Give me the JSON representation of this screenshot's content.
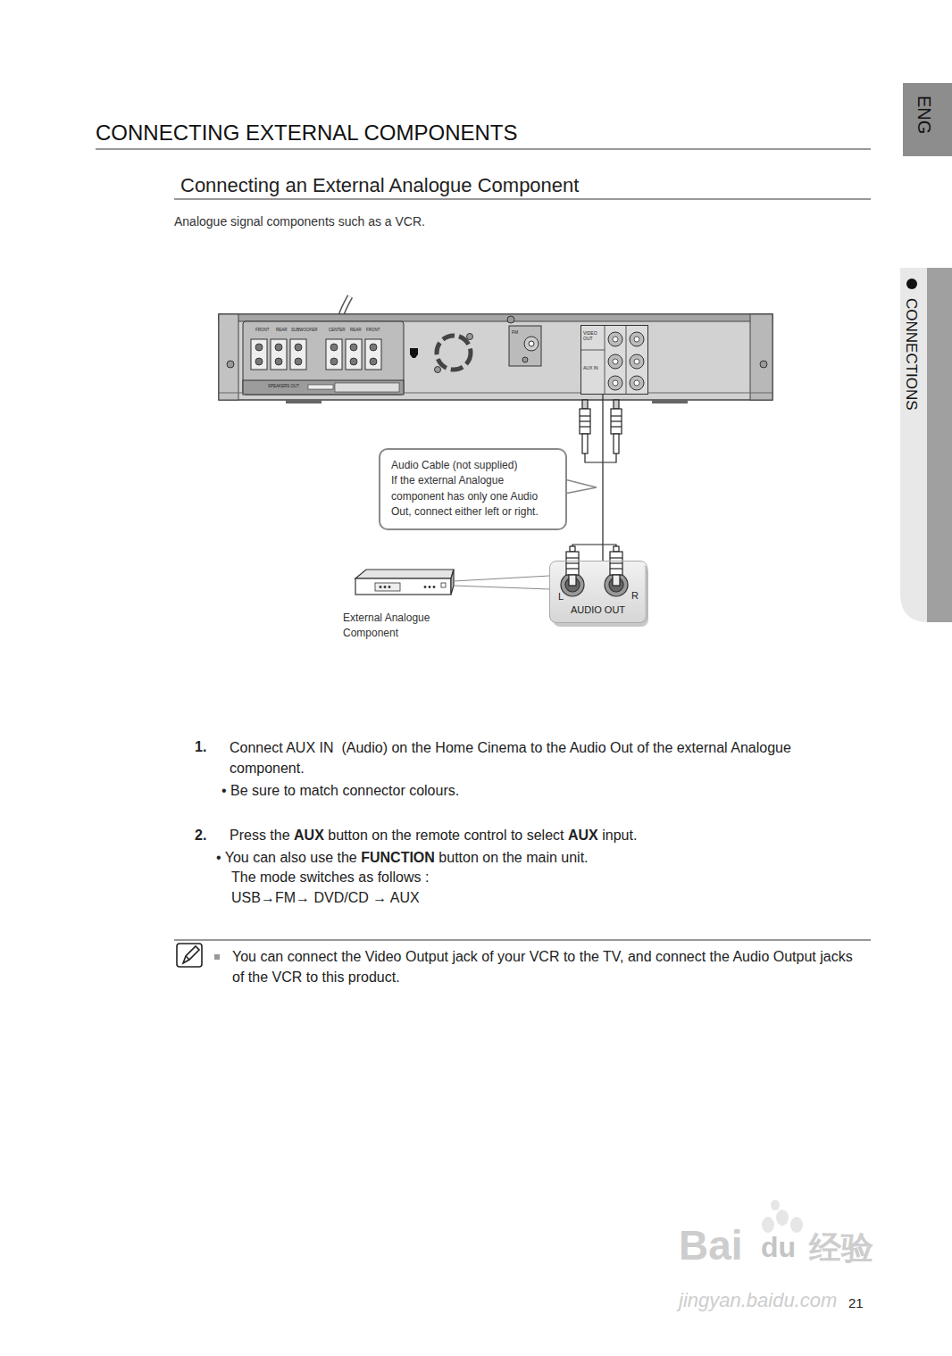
{
  "diagram": {
    "title": "CONNECTING EXTERNAL COMPONENTS",
    "nodes": [
      {
        "text": [
          "ENG"
        ]
      },
      {
        "text": [
          "CONNECTIONS"
        ]
      },
      {
        "text": [
          "VIDEO OUT",
          "AUX IN"
        ]
      },
      {
        "text": [
          "Audio Cable (not supplied)",
          "If the external Analogue component has only one Audio Out, connect either left or right."
        ]
      },
      {
        "text": [
          "L",
          "R",
          "AUDIO OUT"
        ]
      }
    ],
    "edges": [
      {
        "from": 2,
        "to": 4,
        "arrow": "none"
      }
    ],
    "labels": [
      "Connecting an External Analogue Component",
      "Analogue signal components such as a VCR.",
      "FRONT",
      "REAR",
      "SUBWOOFER",
      "CENTER",
      "REAR",
      "FRONT",
      "SPEAKERS OUT",
      "FM",
      "External Analogue Component",
      "1.",
      "Connect AUX IN  (Audio) on the Home Cinema to the Audio Out of the external Analogue component.",
      "• Be sure to match connector colours.",
      "2.",
      "Press the",
      "AUX",
      "button on the remote control to select",
      "AUX",
      "input.",
      "• You can also use the",
      "FUNCTION",
      "button on the main unit.",
      "The mode switches as follows :",
      "USB→FM→ DVD/CD → AUX",
      "You can connect the Video Output jack of your VCR to the TV, and connect the Audio Output jacks of the VCR to this product.",
      "Bai",
      "du",
      "经验",
      "jingyan.baidu.com",
      "21"
    ]
  }
}
